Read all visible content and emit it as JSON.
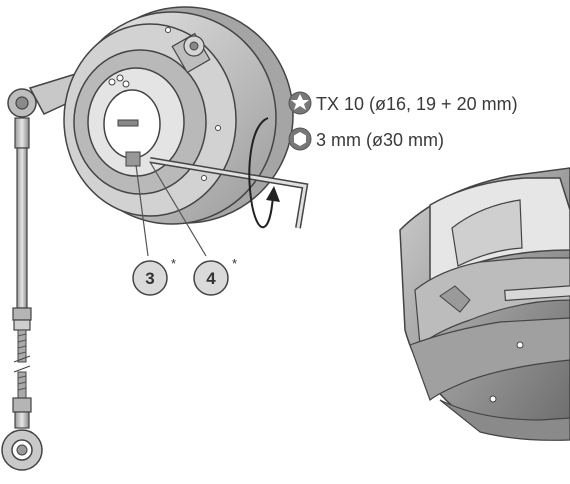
{
  "legend": {
    "items": [
      {
        "icon": "torx-icon",
        "text": "TX 10 (ø16, 19 + 20 mm)"
      },
      {
        "icon": "hex-icon",
        "text": "3 mm (ø30 mm)"
      }
    ]
  },
  "callouts": [
    {
      "number": "3",
      "mark": "*"
    },
    {
      "number": "4",
      "mark": "*"
    }
  ]
}
